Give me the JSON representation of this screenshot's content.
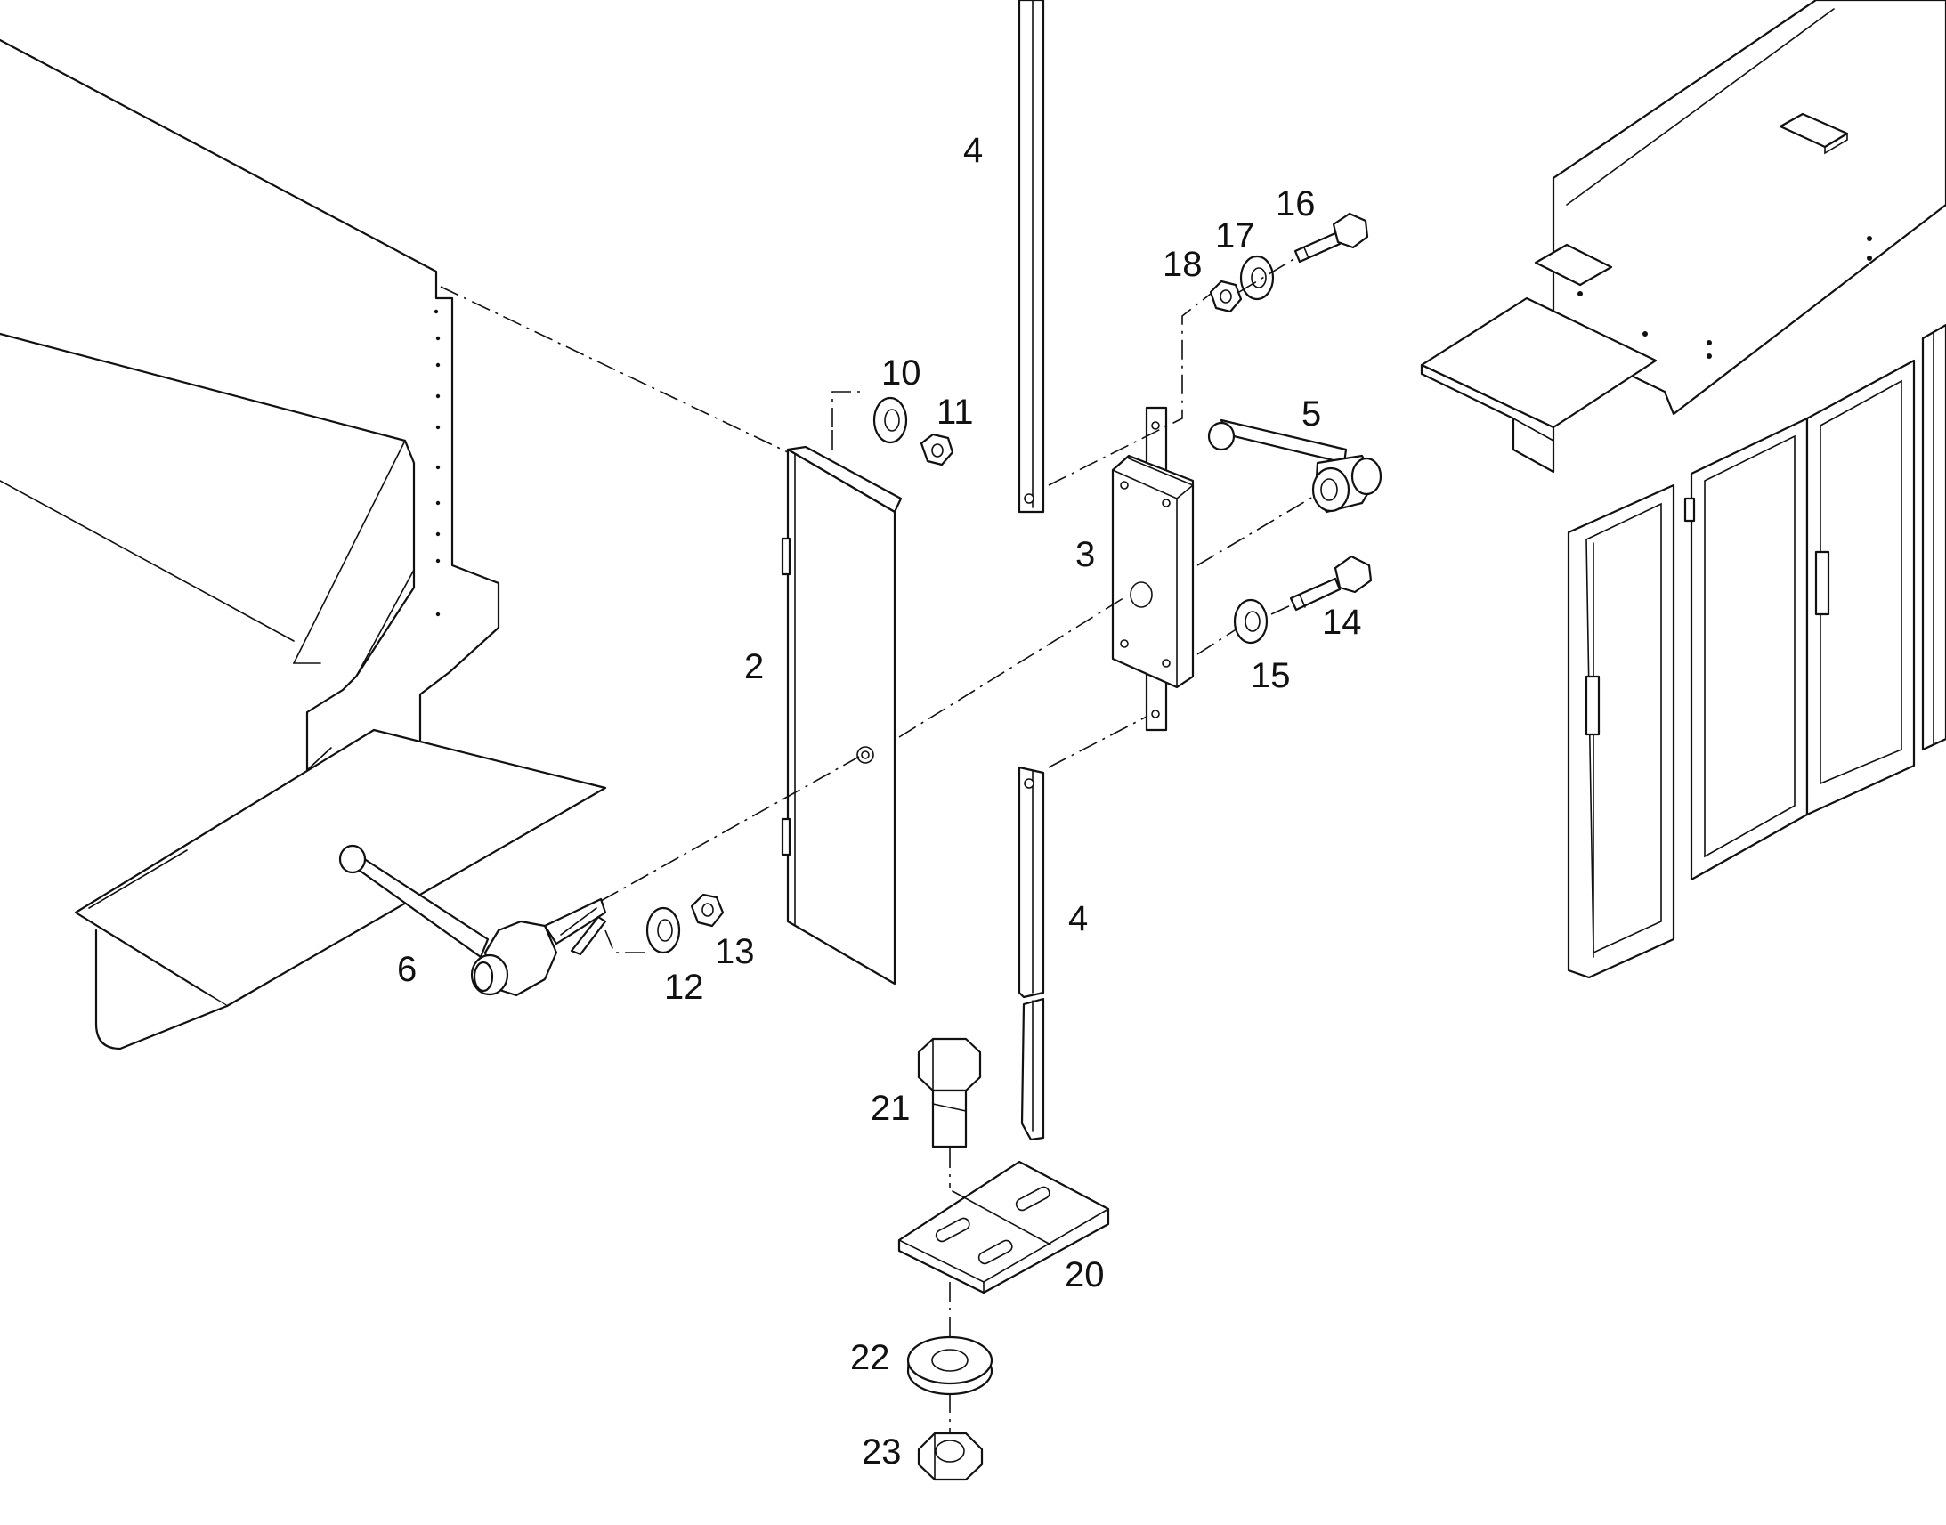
{
  "diagram": {
    "callouts": [
      {
        "id": "c2",
        "text": "2"
      },
      {
        "id": "c3",
        "text": "3"
      },
      {
        "id": "c4a",
        "text": "4"
      },
      {
        "id": "c4b",
        "text": "4"
      },
      {
        "id": "c5",
        "text": "5"
      },
      {
        "id": "c6",
        "text": "6"
      },
      {
        "id": "c10",
        "text": "10"
      },
      {
        "id": "c11",
        "text": "11"
      },
      {
        "id": "c12",
        "text": "12"
      },
      {
        "id": "c13",
        "text": "13"
      },
      {
        "id": "c14",
        "text": "14"
      },
      {
        "id": "c15",
        "text": "15"
      },
      {
        "id": "c16",
        "text": "16"
      },
      {
        "id": "c17",
        "text": "17"
      },
      {
        "id": "c18",
        "text": "18"
      },
      {
        "id": "c20",
        "text": "20"
      },
      {
        "id": "c21",
        "text": "21"
      },
      {
        "id": "c22",
        "text": "22"
      },
      {
        "id": "c23",
        "text": "23"
      }
    ]
  }
}
